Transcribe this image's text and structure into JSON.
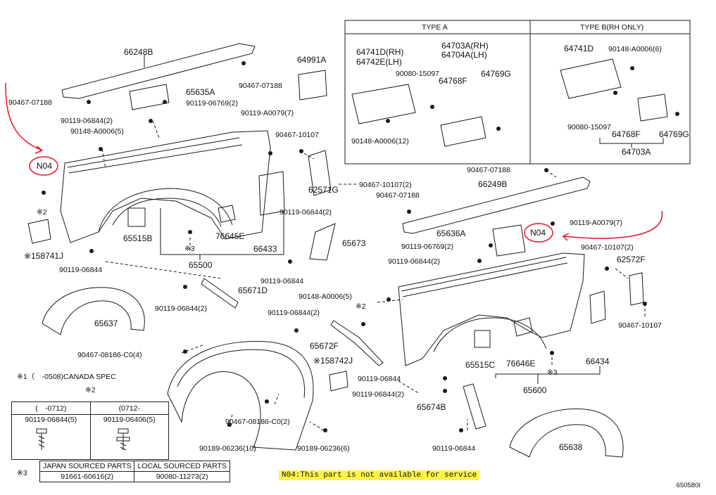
{
  "type_a_header": "TYPE A",
  "type_b_header": "TYPE B(RH ONLY)",
  "labels": {
    "p66248B": "66248B",
    "p90467_07188_a": "90467-07188",
    "p90467_07188_b": "90467-07188",
    "p65635A": "65635A",
    "p90119_06769_2a": "90119-06769(2)",
    "p90119_06844_2a": "90119-06844(2)",
    "p90148_A0006_5a": "90148-A0006(5)",
    "p90119_A0079_7a": "90119-A0079(7)",
    "p64991A": "64991A",
    "p90467_10107_a": "90467-10107",
    "p90467_10107_2a": "90467-10107(2)",
    "pN04_left": "N04",
    "pStar2_a": "※2",
    "p158741J": "※158741J",
    "p90119_06844_a": "90119-06844",
    "p65515B": "65515B",
    "pStar3_a": "※3",
    "p76645E": "76645E",
    "p66433": "66433",
    "p65500": "65500",
    "p62571G": "62571G",
    "p90467_07188_c": "90467-07188",
    "p90119_06844_2b": "90119-06844(2)",
    "p65673": "65673",
    "p90119_06844_b": "90119-06844",
    "p65671D": "65671D",
    "p90119_06844_2c": "90119-06844(2)",
    "p65637": "65637",
    "p90467_08186_C0_4": "90467-08186-C0(4)",
    "pStar1_note": "※1（　-0508)CANADA SPEC",
    "pStar2_b": "※2",
    "p90467_08186_C0_2": "90467-08186-C0(2)",
    "p90189_06236_10": "90189-06236(10)",
    "p90189_06236_6": "90189-06236(6)",
    "p158742J": "※158742J",
    "p65672F": "65672F",
    "p90148_A0006_5b": "90148-A0006(5)",
    "p90119_06844_2d": "90119-06844(2)",
    "pStar2_c": "※2",
    "p90119_06844_c": "90119-06844",
    "p90119_06844_2e": "90119-06844(2)",
    "p65674B": "65674B",
    "p90119_06844_d": "90119-06844",
    "p65638": "65638",
    "p65515C": "65515C",
    "p76646E": "76646E",
    "pStar3_b": "※3",
    "p65600": "65600",
    "p66434": "66434",
    "p90467_07188_d": "90467-07188",
    "p66249B": "66249B",
    "p65636A": "65636A",
    "p90119_06769_2b": "90119-06769(2)",
    "p90119_06844_2f": "90119-06844(2)",
    "pN04_right": "N04",
    "p90119_A0079_7b": "90119-A0079(7)",
    "p90467_10107_2b": "90467-10107(2)",
    "p62572F": "62572F",
    "p90467_10107_b": "90467-10107",
    "p64741D_RH": "64741D(RH)",
    "p64742E_LH": "64742E(LH)",
    "p64703A_RH": "64703A(RH)",
    "p64704A_LH": "64704A(LH)",
    "p90080_15097_a": "90080-15097",
    "p64768F_a": "64768F",
    "p64769G_a": "64769G",
    "p90148_A0006_12": "90148-A0006(12)",
    "p64741D": "64741D",
    "p90148_A0006_6": "90148-A0006(6)",
    "p90080_15097_b": "90080-15097",
    "p64768F_b": "64768F",
    "p64769G_b": "64769G",
    "p64703A": "64703A"
  },
  "bolt_table": {
    "col1_head": "(　-0712)",
    "col2_head": "(0712-　",
    "col1_part": "90119-06844(5)",
    "col2_part": "90119-06406(5)"
  },
  "source_table": {
    "marker": "※3",
    "head_japan": "JAPAN SOURCED PARTS",
    "head_local": "LOCAL SOURCED PARTS",
    "val_japan": "91661-60616(2)",
    "val_local": "90080-11273(2)"
  },
  "note": "N04:This part is not available for service",
  "diagram_code": "650580I",
  "colors": {
    "annotation": "#e8102a",
    "highlight": "#fff54a",
    "line": "#1a1a1a"
  }
}
